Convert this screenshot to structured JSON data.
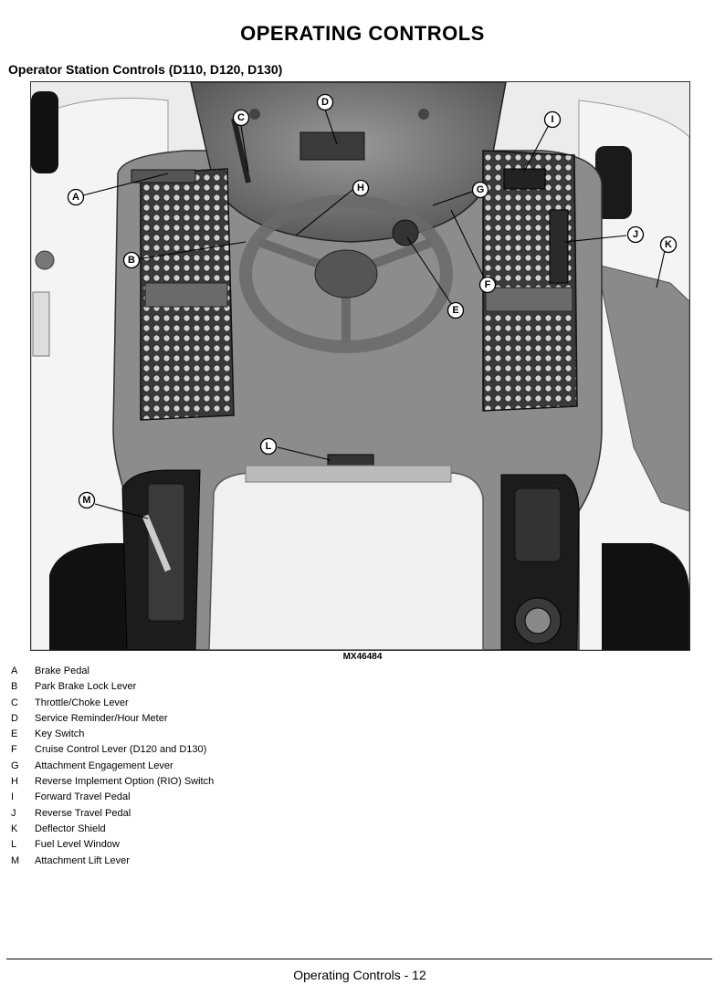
{
  "page": {
    "title": "OPERATING CONTROLS",
    "section_title": "Operator Station Controls (D110, D120, D130)",
    "figure_id": "MX46484",
    "footer": "Operating Controls - 12"
  },
  "callouts": [
    "A",
    "B",
    "C",
    "D",
    "E",
    "F",
    "G",
    "H",
    "I",
    "J",
    "K",
    "L",
    "M"
  ],
  "legend": [
    {
      "letter": "A",
      "text": "Brake Pedal"
    },
    {
      "letter": "B",
      "text": "Park Brake Lock Lever"
    },
    {
      "letter": "C",
      "text": "Throttle/Choke Lever"
    },
    {
      "letter": "D",
      "text": "Service Reminder/Hour Meter"
    },
    {
      "letter": "E",
      "text": "Key Switch"
    },
    {
      "letter": "F",
      "text": "Cruise Control Lever (D120 and D130)"
    },
    {
      "letter": "G",
      "text": "Attachment Engagement Lever"
    },
    {
      "letter": "H",
      "text": "Reverse Implement Option (RIO) Switch"
    },
    {
      "letter": "I",
      "text": "Forward Travel Pedal"
    },
    {
      "letter": "J",
      "text": "Reverse Travel Pedal"
    },
    {
      "letter": "K",
      "text": "Deflector Shield"
    },
    {
      "letter": "L",
      "text": "Fuel Level Window"
    },
    {
      "letter": "M",
      "text": "Attachment Lift Lever"
    }
  ]
}
